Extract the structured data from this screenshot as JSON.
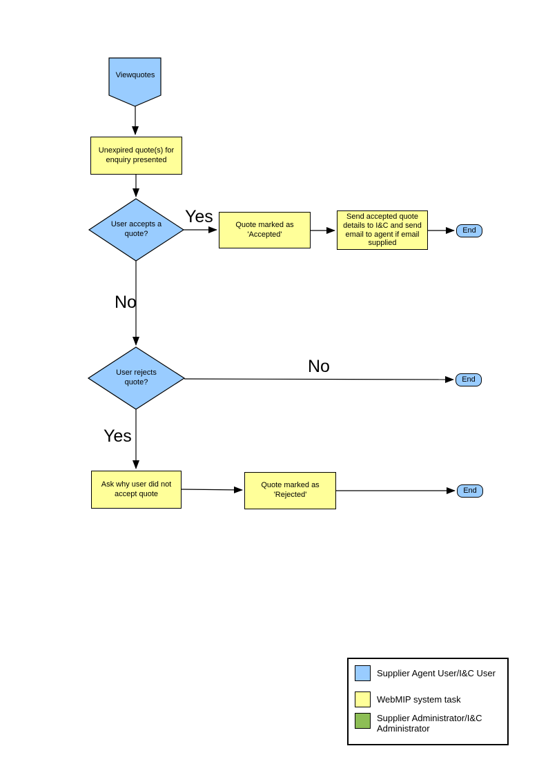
{
  "diagram": {
    "nodes": {
      "start": "Viewquotes",
      "unexpired": "Unexpired quote(s) for enquiry presented",
      "accepts": "User accepts a quote?",
      "accepted": "Quote  marked as 'Accepted'",
      "send": "Send accepted quote details to I&C and send email to agent if email supplied",
      "end1": "End",
      "rejects": "User rejects quote?",
      "end2": "End",
      "askwhy": "Ask why user did not accept quote",
      "rejected": "Quote  marked as 'Rejected'",
      "end3": "End"
    },
    "edge_labels": {
      "accepts_yes": "Yes",
      "accepts_no": "No",
      "rejects_no": "No",
      "rejects_yes": "Yes"
    }
  },
  "legend": {
    "items": [
      {
        "label": "Supplier Agent User/I&C User",
        "color": "#99CCFF"
      },
      {
        "label": "WebMIP system task",
        "color": "#FFFF99"
      },
      {
        "label": "Supplier Administrator/I&C Administrator",
        "color": "#8DBE55"
      }
    ]
  },
  "colors": {
    "actor_shape_fill": "#99CCFF",
    "system_task_fill": "#FFFF99",
    "admin_fill": "#8DBE55",
    "line": "#000000",
    "background": "#FFFFFF"
  }
}
